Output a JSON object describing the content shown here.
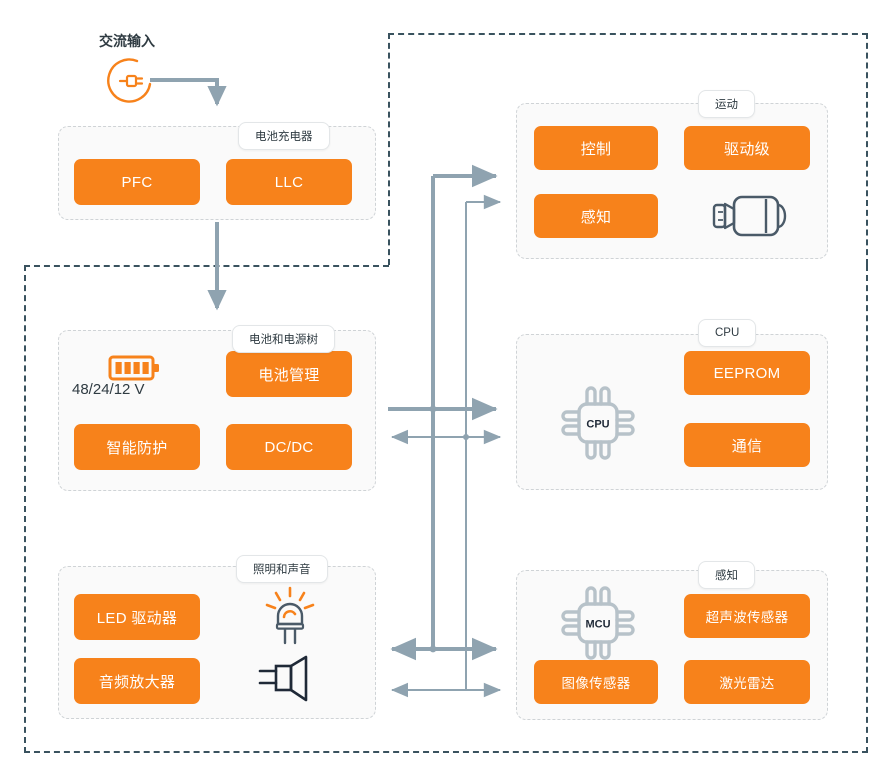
{
  "diagram": {
    "title_ac_input": "交流输入",
    "accent_color": "#f7821b",
    "line_color": "#8fa3b0",
    "boundary_color": "#39525e",
    "panel_border_color": "#cfd3d6"
  },
  "groups": [
    {
      "id": "battery-charger",
      "label": "电池充电器",
      "blocks": [
        {
          "id": "pfc",
          "label": "PFC"
        },
        {
          "id": "llc",
          "label": "LLC"
        }
      ]
    },
    {
      "id": "battery-power-tree",
      "label": "电池和电源树",
      "blocks": [
        {
          "id": "battery-management",
          "label": "电池管理"
        },
        {
          "id": "smart-protection",
          "label": "智能防护"
        },
        {
          "id": "dcdc",
          "label": "DC/DC"
        }
      ],
      "voltage_label": "48/24/12 V",
      "icons": [
        "battery-icon"
      ]
    },
    {
      "id": "lighting-sound",
      "label": "照明和声音",
      "blocks": [
        {
          "id": "led-driver",
          "label": "LED 驱动器"
        },
        {
          "id": "audio-amplifier",
          "label": "音频放大器"
        }
      ],
      "icons": [
        "led-lamp-icon",
        "speaker-icon"
      ]
    },
    {
      "id": "motion",
      "label": "运动",
      "blocks": [
        {
          "id": "control",
          "label": "控制"
        },
        {
          "id": "gate-driver",
          "label": "驱动级"
        },
        {
          "id": "sensing",
          "label": "感知"
        }
      ],
      "icons": [
        "motor-icon"
      ]
    },
    {
      "id": "cpu",
      "label": "CPU",
      "blocks": [
        {
          "id": "eeprom",
          "label": "EEPROM"
        },
        {
          "id": "communication",
          "label": "通信"
        }
      ],
      "icons": [
        "cpu-chip-icon"
      ],
      "chip_label": "CPU"
    },
    {
      "id": "perception",
      "label": "感知",
      "blocks": [
        {
          "id": "ultrasonic-sensor",
          "label": "超声波传感器"
        },
        {
          "id": "image-sensor",
          "label": "图像传感器"
        },
        {
          "id": "lidar",
          "label": "激光雷达"
        }
      ],
      "icons": [
        "mcu-chip-icon"
      ],
      "chip_label": "MCU"
    }
  ]
}
